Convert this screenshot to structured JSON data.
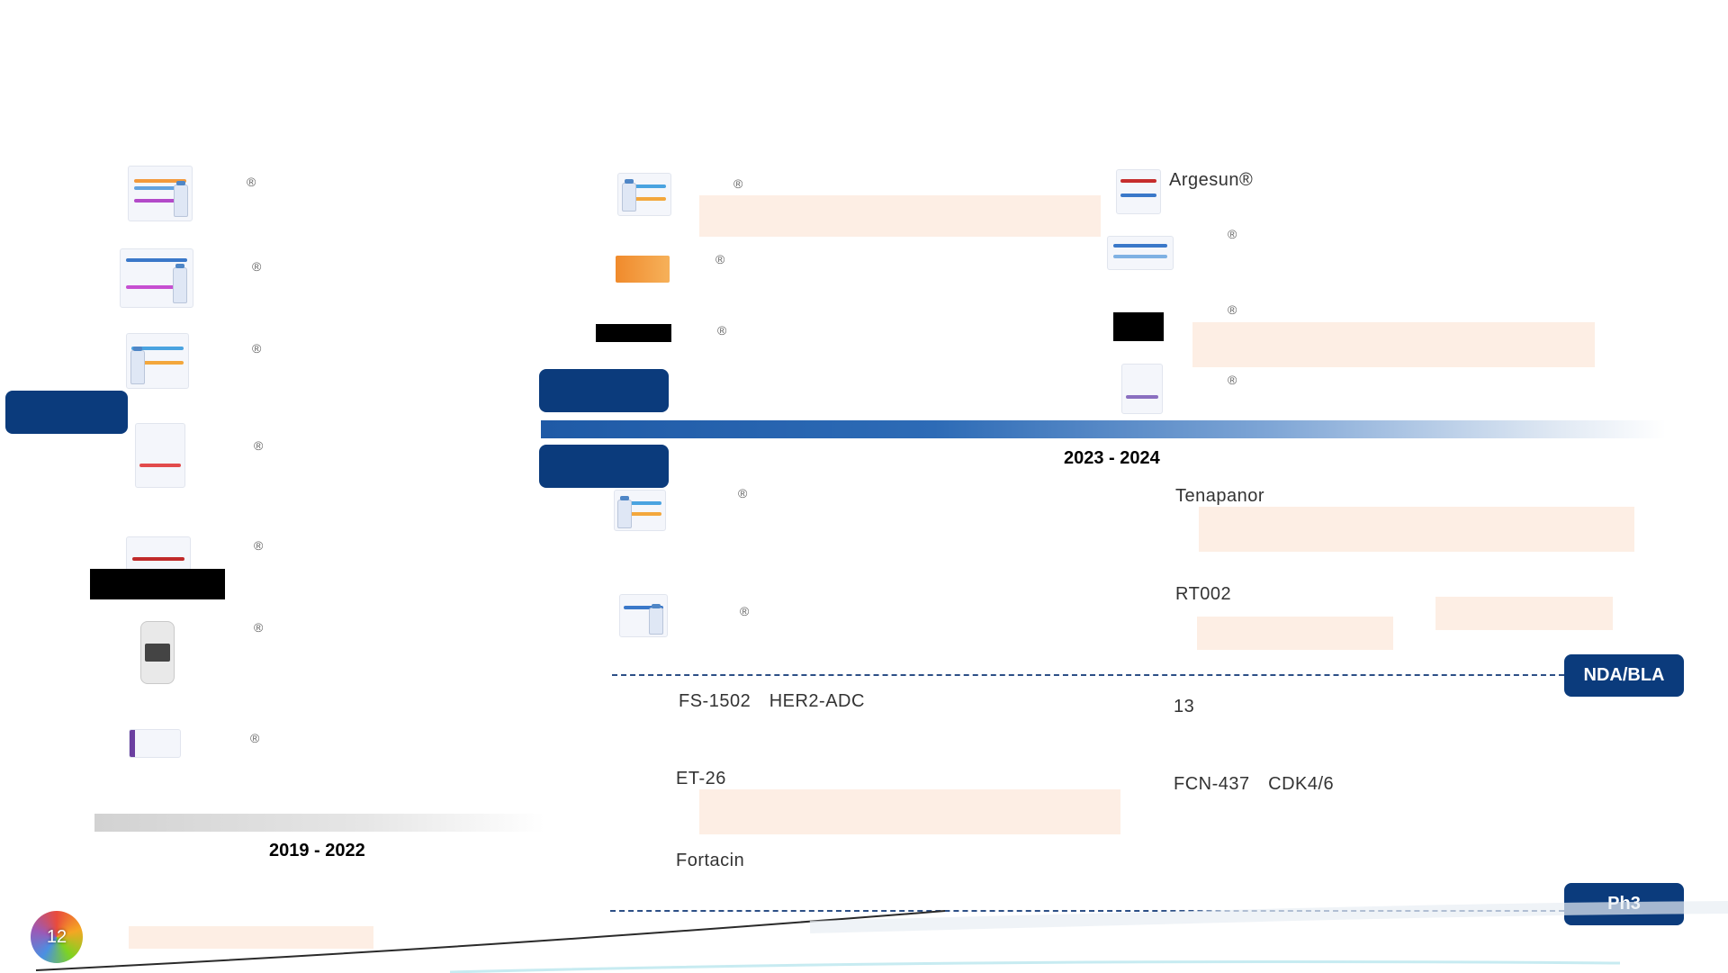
{
  "page_number": "12",
  "timeline": {
    "left_period": "2019 - 2022",
    "right_period": "2023 - 2024"
  },
  "left_column": {
    "registered_marks": [
      "®",
      "®",
      "®",
      "®",
      "®",
      "®",
      "®"
    ]
  },
  "middle_column": {
    "registered_marks": [
      "®",
      "®",
      "®",
      "®",
      "®"
    ]
  },
  "right_column": {
    "products": [
      {
        "name": "Argesun®"
      }
    ],
    "registered_marks": [
      "®",
      "®",
      "®"
    ]
  },
  "pipeline": {
    "nda_label": "NDA/BLA",
    "ph3_label": "Ph3",
    "nda_items_right": [
      "Tenapanor",
      "RT002"
    ],
    "ph3_items_left": [
      "FS-1502　HER2-ADC",
      "ET-26",
      "Fortacin"
    ],
    "ph3_items_right": [
      "13",
      "FCN-437　CDK4/6"
    ]
  },
  "colors": {
    "brand_navy": "#0b3b7c",
    "timeline_blue": "#1f5aa6",
    "redaction_peach": "#fdeee4",
    "dash_blue": "#2c4f86"
  }
}
